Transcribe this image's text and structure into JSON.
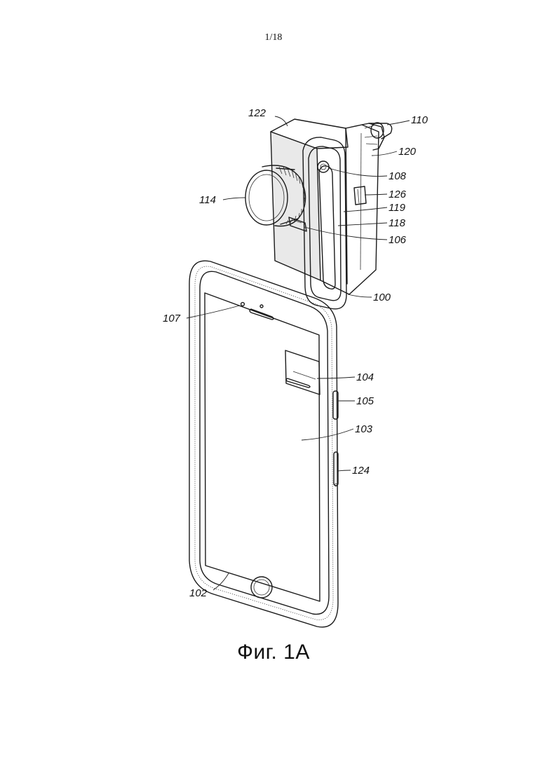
{
  "page_number": "1/18",
  "figure_caption": "Фиг. 1А",
  "reference_numerals": {
    "r122": "122",
    "r110": "110",
    "r120": "120",
    "r108": "108",
    "r126": "126",
    "r119": "119",
    "r118": "118",
    "r114": "114",
    "r106": "106",
    "r100": "100",
    "r107": "107",
    "r104": "104",
    "r105": "105",
    "r103": "103",
    "r124": "124",
    "r102": "102"
  }
}
